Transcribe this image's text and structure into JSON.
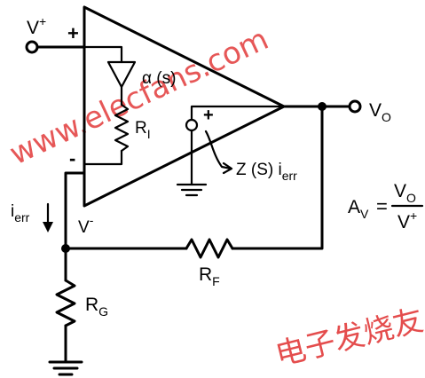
{
  "labels": {
    "v_plus": "V",
    "v_plus_sup": "+",
    "plus_input": "+",
    "minus_input": "-",
    "v_minus": "V",
    "v_minus_sup": "-",
    "alpha": "α (s)",
    "ri": "R",
    "ri_sub": "I",
    "inner_plus": "+",
    "z_source": "Z (S) i",
    "z_source_sub": "err",
    "vo": "V",
    "vo_sub": "O",
    "i_err": "i",
    "i_err_sub": "err",
    "rf": "R",
    "rf_sub": "F",
    "rg": "R",
    "rg_sub": "G"
  },
  "equation": {
    "lhs": "A",
    "lhs_sub": "V",
    "equals": "=",
    "num": "V",
    "num_sub": "O",
    "den": "V",
    "den_sup": "+"
  },
  "watermark": {
    "site": "www.elecfans.com",
    "cn": "电子发烧友"
  },
  "colors": {
    "line": "#000000",
    "watermark": "#e23a3a"
  }
}
